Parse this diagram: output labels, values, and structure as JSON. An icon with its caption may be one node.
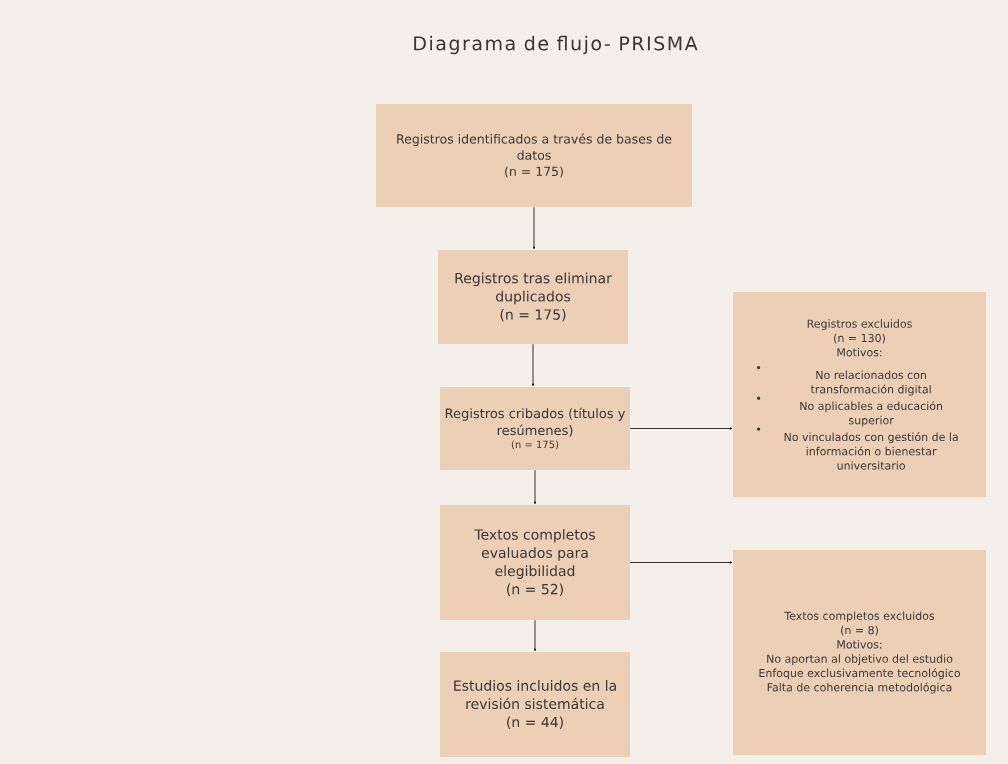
{
  "diagram": {
    "title": "Diagrama de flujo- PRISMA",
    "nodes": [
      {
        "text": [
          "Registros identificados a través de bases de datos",
          "(n = 175)"
        ]
      },
      {
        "text": [
          "Registros tras eliminar duplicados",
          "(n = 175)"
        ]
      },
      {
        "text": [
          "Registros cribados (títulos y resúmenes)",
          "(n = 175)"
        ]
      },
      {
        "text": [
          "Textos completos evaluados para elegibilidad",
          "(n = 52)"
        ]
      },
      {
        "text": [
          "Estudios incluidos en la revisión sistemática",
          "(n = 44)"
        ]
      },
      {
        "text": [
          "Registros excluidos",
          "(n = 130)",
          "Motivos:",
          "No relacionados con transformación digital",
          "No aplicables a educación superior",
          "No vinculados con gestión de la información o bienestar universitario"
        ]
      },
      {
        "text": [
          "Textos completos excluidos",
          "(n = 8)",
          "Motivos:",
          "No aportan al objetivo del estudio",
          "Enfoque exclusivamente tecnológico",
          "Falta de coherencia metodológica"
        ]
      }
    ],
    "edges": [
      {
        "from": 0,
        "to": 1,
        "arrow": "to"
      },
      {
        "from": 1,
        "to": 2,
        "arrow": "to"
      },
      {
        "from": 2,
        "to": 3,
        "arrow": "to"
      },
      {
        "from": 3,
        "to": 4,
        "arrow": "to"
      },
      {
        "from": 2,
        "to": 5,
        "arrow": "to"
      },
      {
        "from": 3,
        "to": 6,
        "arrow": "to"
      }
    ]
  }
}
